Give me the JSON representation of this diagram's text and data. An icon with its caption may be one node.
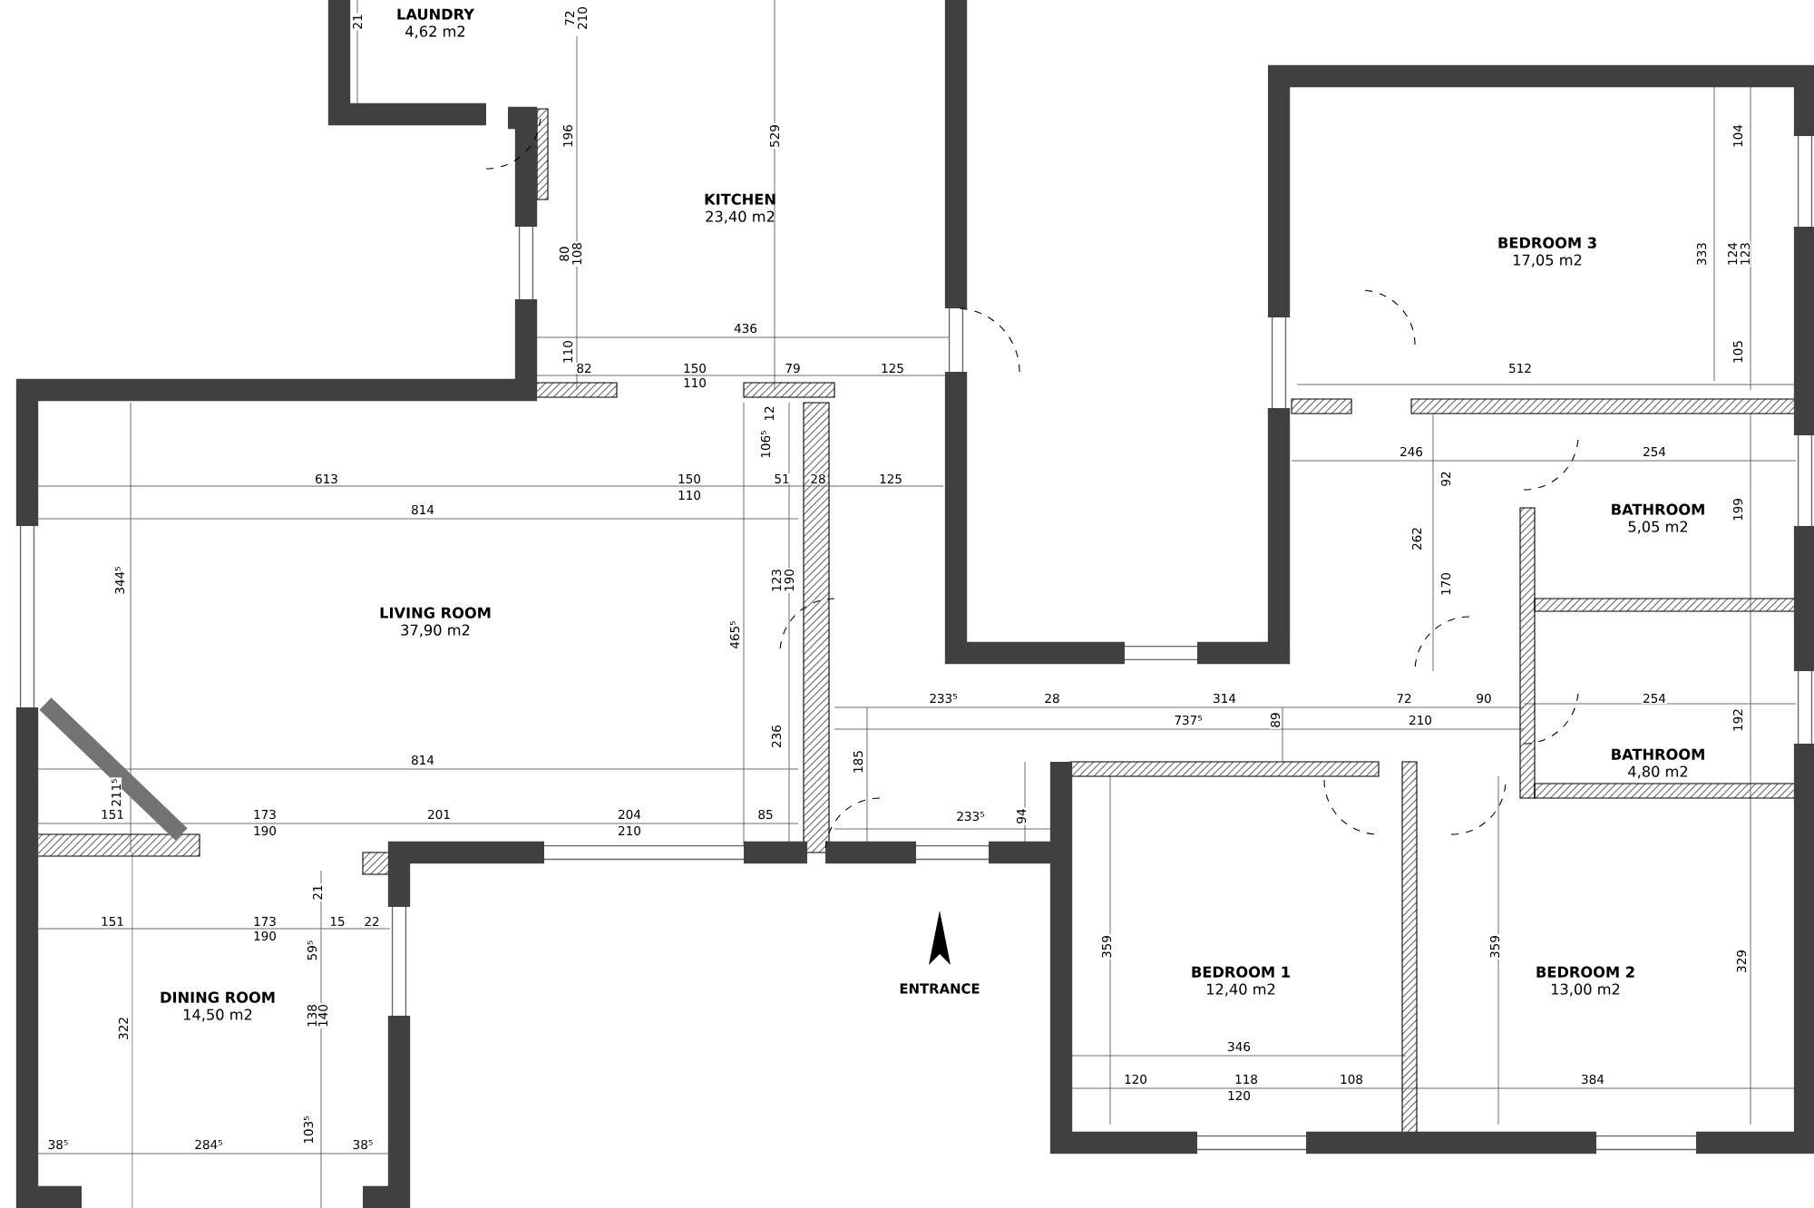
{
  "diagram": {
    "nodes": [
      {
        "text": [
          "LAUNDRY",
          "4,62 m2"
        ]
      },
      {
        "text": [
          "KITCHEN",
          "23,40 m2"
        ]
      },
      {
        "text": [
          "BEDROOM 3",
          "17,05 m2"
        ]
      },
      {
        "text": [
          "LIVING ROOM",
          "37,90 m2"
        ]
      },
      {
        "text": [
          "BATHROOM",
          "5,05 m2"
        ]
      },
      {
        "text": [
          "BATHROOM",
          "4,80 m2"
        ]
      },
      {
        "text": [
          "DINING ROOM",
          "14,50 m2"
        ]
      },
      {
        "text": [
          "BEDROOM 1",
          "12,40 m2"
        ]
      },
      {
        "text": [
          "BEDROOM 2",
          "13,00 m2"
        ]
      }
    ],
    "edges": [],
    "labels": [
      "21",
      "72",
      "210",
      "196",
      "529",
      "104",
      "80",
      "108",
      "333",
      "124",
      "123",
      "436",
      "110",
      "105",
      "82",
      "150",
      "79",
      "125",
      "512",
      "110",
      "12",
      "106⁵",
      "246",
      "254",
      "613",
      "150",
      "51",
      "28",
      "125",
      "92",
      "110",
      "814",
      "199",
      "262",
      "344⁵",
      "123",
      "190",
      "170",
      "465⁵",
      "233⁵",
      "28",
      "314",
      "72",
      "90",
      "254",
      "737⁵",
      "89",
      "210",
      "192",
      "236",
      "814",
      "185",
      "211⁵",
      "151",
      "173",
      "201",
      "204",
      "85",
      "233⁵",
      "94",
      "190",
      "210",
      "21",
      "151",
      "173",
      "15",
      "22",
      "190",
      "59⁵",
      "359",
      "359",
      "329",
      "ENTRANCE",
      "138",
      "140",
      "322",
      "346",
      "120",
      "118",
      "108",
      "384",
      "120",
      "103⁵",
      "38⁵",
      "284⁵",
      "38⁵"
    ]
  }
}
